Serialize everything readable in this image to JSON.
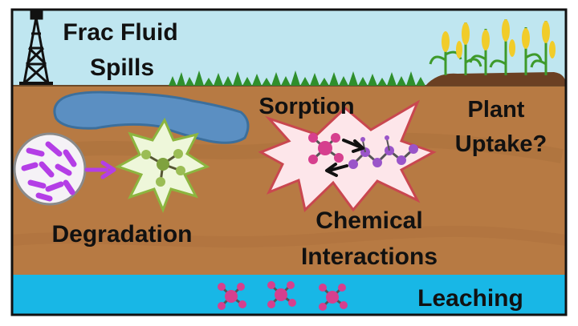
{
  "labels": {
    "frac_line1": "Frac Fluid",
    "frac_line2": "Spills",
    "sorption": "Sorption",
    "plant_line1": "Plant",
    "plant_line2": "Uptake?",
    "degradation": "Degradation",
    "chemical_line1": "Chemical",
    "chemical_line2": "Interactions",
    "leaching": "Leaching"
  },
  "colors": {
    "sky": "#bfe6f0",
    "soil": "#b77a43",
    "groundwater": "#18b7e6",
    "spill_pool": "#5b8fc2",
    "grass": "#2f8f2c",
    "corn": "#f1cc2a",
    "bacteria": "#b43ee6",
    "degraded_molecule": "#9bbd55",
    "contaminant_molecule": "#d63f8e",
    "sorbed_chain": "#9a55c9",
    "burst_fill": "#fde6ea",
    "burst_stroke": "#c9474f"
  },
  "icons": [
    "oil-derrick-icon",
    "grass-icon",
    "corn-icon",
    "bacteria-icon",
    "molecule-icon"
  ]
}
